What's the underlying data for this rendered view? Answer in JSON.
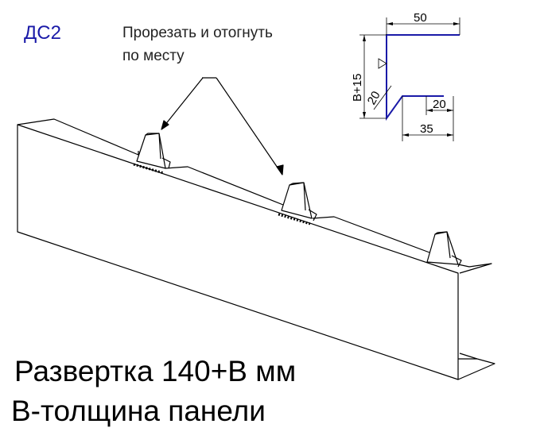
{
  "title": "ДС2",
  "note": {
    "line1": "Прорезать и отогнуть",
    "line2": "по месту"
  },
  "profile_dims": {
    "top_width": "50",
    "height": "B+15",
    "diag": "20",
    "flange": "20",
    "bottom_width": "35"
  },
  "caption": {
    "line1": "Развертка 140+В мм",
    "line2": "В-толщина панели"
  },
  "colors": {
    "title": "#1a1aa8",
    "profile_line": "#1a1aa8",
    "line": "#000000"
  }
}
